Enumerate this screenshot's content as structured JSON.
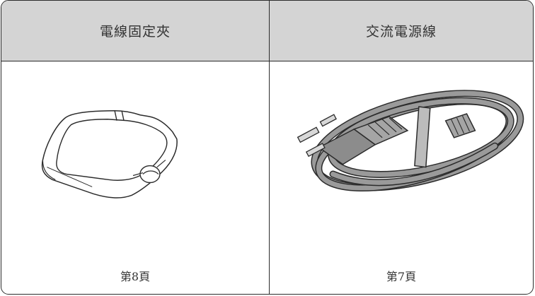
{
  "columns": [
    {
      "header": "電線固定夾",
      "caption": "第8頁",
      "illustration": "cable-clamp"
    },
    {
      "header": "交流電源線",
      "caption": "第7頁",
      "illustration": "ac-power-cord"
    }
  ],
  "colors": {
    "header_background": "#d4d4d4",
    "border": "#2b2b2b",
    "text": "#333333",
    "cord_gray": "#9a9a9a"
  }
}
